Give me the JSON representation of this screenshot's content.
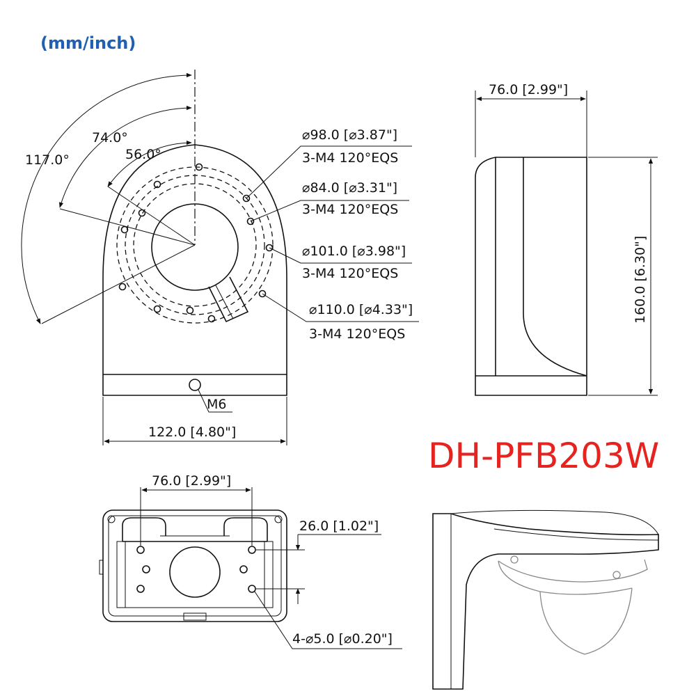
{
  "units_label": "(mm/inch)",
  "model": "DH-PFB203W",
  "front_view": {
    "angles": [
      "117.0°",
      "74.0°",
      "56.0°"
    ],
    "holes": [
      {
        "diameter": "⌀98.0 [⌀3.87\"]",
        "spec": "3-M4 120°EQS"
      },
      {
        "diameter": "⌀84.0 [⌀3.31\"]",
        "spec": "3-M4 120°EQS"
      },
      {
        "diameter": "⌀101.0 [⌀3.98\"]",
        "spec": "3-M4 120°EQS"
      },
      {
        "diameter": "⌀110.0 [⌀4.33\"]",
        "spec": "3-M4 120°EQS"
      }
    ],
    "screw": "M6",
    "width": "122.0 [4.80\"]"
  },
  "side_view": {
    "depth": "76.0 [2.99\"]",
    "height": "160.0 [6.30\"]"
  },
  "back_view": {
    "hole_spacing_h": "76.0 [2.99\"]",
    "hole_spacing_v": "26.0 [1.02\"]",
    "mount_holes": "4-⌀5.0 [⌀0.20\"]"
  }
}
